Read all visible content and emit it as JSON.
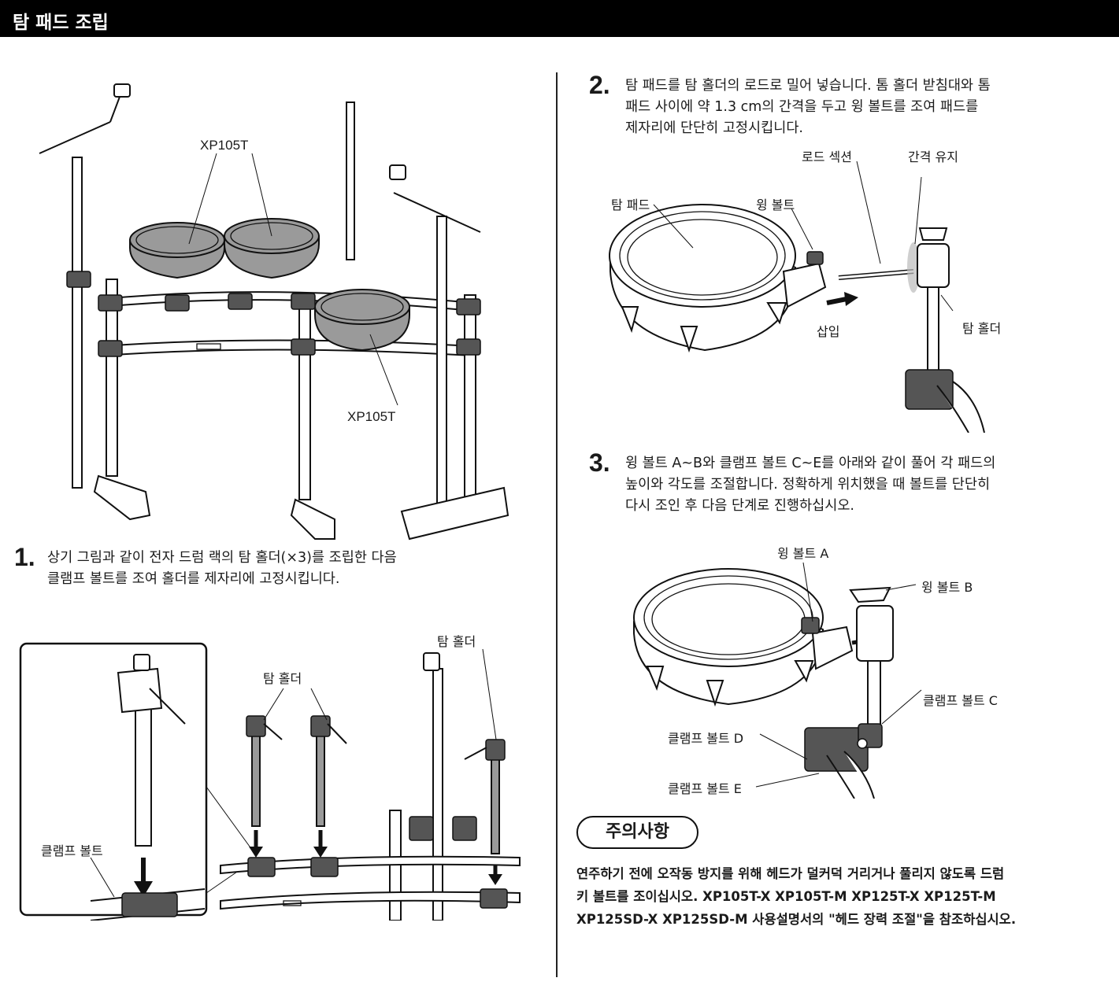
{
  "header": {
    "title": "탐 패드 조립"
  },
  "figure_overview": {
    "label_top": "XP105T",
    "label_bottom": "XP105T"
  },
  "step1": {
    "number": "1.",
    "line1": "상기 그림과 같이 전자 드럼 랙의 탐 홀더(×3)를 조립한 다음",
    "line2": "클램프 볼트를 조여 홀더를 제자리에 고정시킵니다."
  },
  "figure1": {
    "clamp_bolt": "클램프 볼트",
    "tom_holder_a": "탐 홀더",
    "tom_holder_b": "탐 홀더"
  },
  "step2": {
    "number": "2.",
    "line1": "탐 패드를 탐 홀더의 로드로 밀어 넣습니다. 톰 홀더 받침대와 톰",
    "line2": "패드 사이에 약 1.3 cm의 간격을 두고 윙 볼트를 조여 패드를",
    "line3": "제자리에 단단히 고정시킵니다."
  },
  "figure2": {
    "tom_pad": "탐 패드",
    "wing_bolt": "윙 볼트",
    "rod_section": "로드 섹션",
    "keep_gap": "간격 유지",
    "insert": "삽입",
    "tom_holder": "탐 홀더"
  },
  "step3": {
    "number": "3.",
    "line1": "윙 볼트 A~B와 클램프 볼트 C~E를 아래와 같이 풀어 각 패드의",
    "line2": "높이와 각도를 조절합니다. 정확하게 위치했을 때 볼트를 단단히",
    "line3": "다시 조인 후 다음 단계로 진행하십시오."
  },
  "figure3": {
    "wing_bolt_a": "윙 볼트 A",
    "wing_bolt_b": "윙 볼트 B",
    "clamp_bolt_c": "클램프 볼트 C",
    "clamp_bolt_d": "클램프 볼트 D",
    "clamp_bolt_e": "클램프 볼트 E"
  },
  "caution": {
    "badge": "주의사항",
    "line1": "연주하기 전에 오작동 방지를 위해 헤드가 덜커덕 거리거나 풀리지 않도록 드럼",
    "line2": "키 볼트를 조이십시오. XP105T-X XP105T-M XP125T-X XP125T-M",
    "line3": "XP125SD-X XP125SD-M 사용설명서의 \"헤드 장력 조절\"을 참조하십시오."
  }
}
